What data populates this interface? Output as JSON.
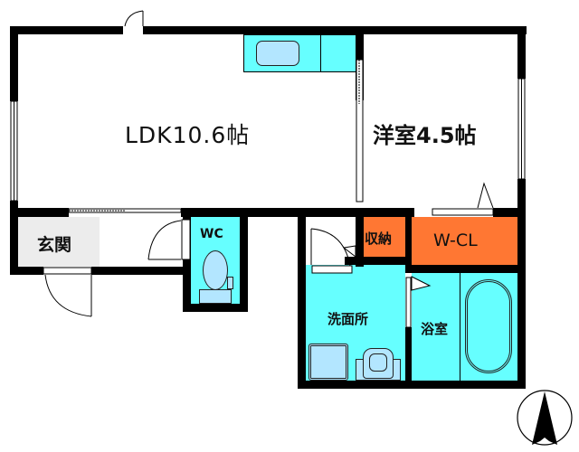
{
  "floorplan": {
    "rooms": [
      {
        "id": "ldk",
        "label": "LDK10.6帖",
        "name": "LDK",
        "size_jo": 10.6
      },
      {
        "id": "western",
        "label": "洋室4.5帖",
        "name": "洋室",
        "size_jo": 4.5
      },
      {
        "id": "entrance",
        "label": "玄関"
      },
      {
        "id": "wc",
        "label": "WC"
      },
      {
        "id": "storage",
        "label": "収納"
      },
      {
        "id": "wcl",
        "label": "W-CL"
      },
      {
        "id": "washroom",
        "label": "洗面所"
      },
      {
        "id": "bathroom",
        "label": "浴室"
      }
    ],
    "compass": "north-arrow-icon",
    "colors": {
      "wall": "#000000",
      "wet_area": "#66ffff",
      "fixture": "#b3e6ff",
      "closet": "#ff7733",
      "entrance_floor": "#ececec"
    }
  }
}
